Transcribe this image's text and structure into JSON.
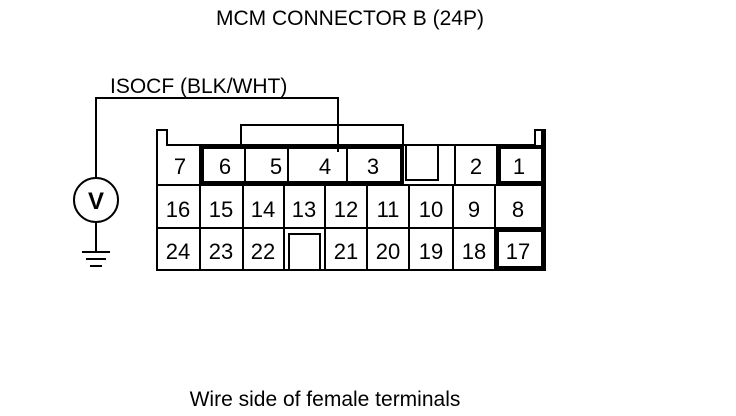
{
  "title": "MCM CONNECTOR B (24P)",
  "wire_label": "ISOCF (BLK/WHT)",
  "meter_symbol": "V",
  "caption": "Wire side of female terminals",
  "pins": {
    "row1": [
      "7",
      "6",
      "5",
      "4",
      "3",
      "",
      "2",
      "1"
    ],
    "row2": [
      "16",
      "15",
      "14",
      "13",
      "12",
      "11",
      "10",
      "9",
      "8"
    ],
    "row3": [
      "24",
      "23",
      "22",
      "21",
      "20",
      "19",
      "18",
      "17"
    ]
  },
  "probed_pin": "4"
}
